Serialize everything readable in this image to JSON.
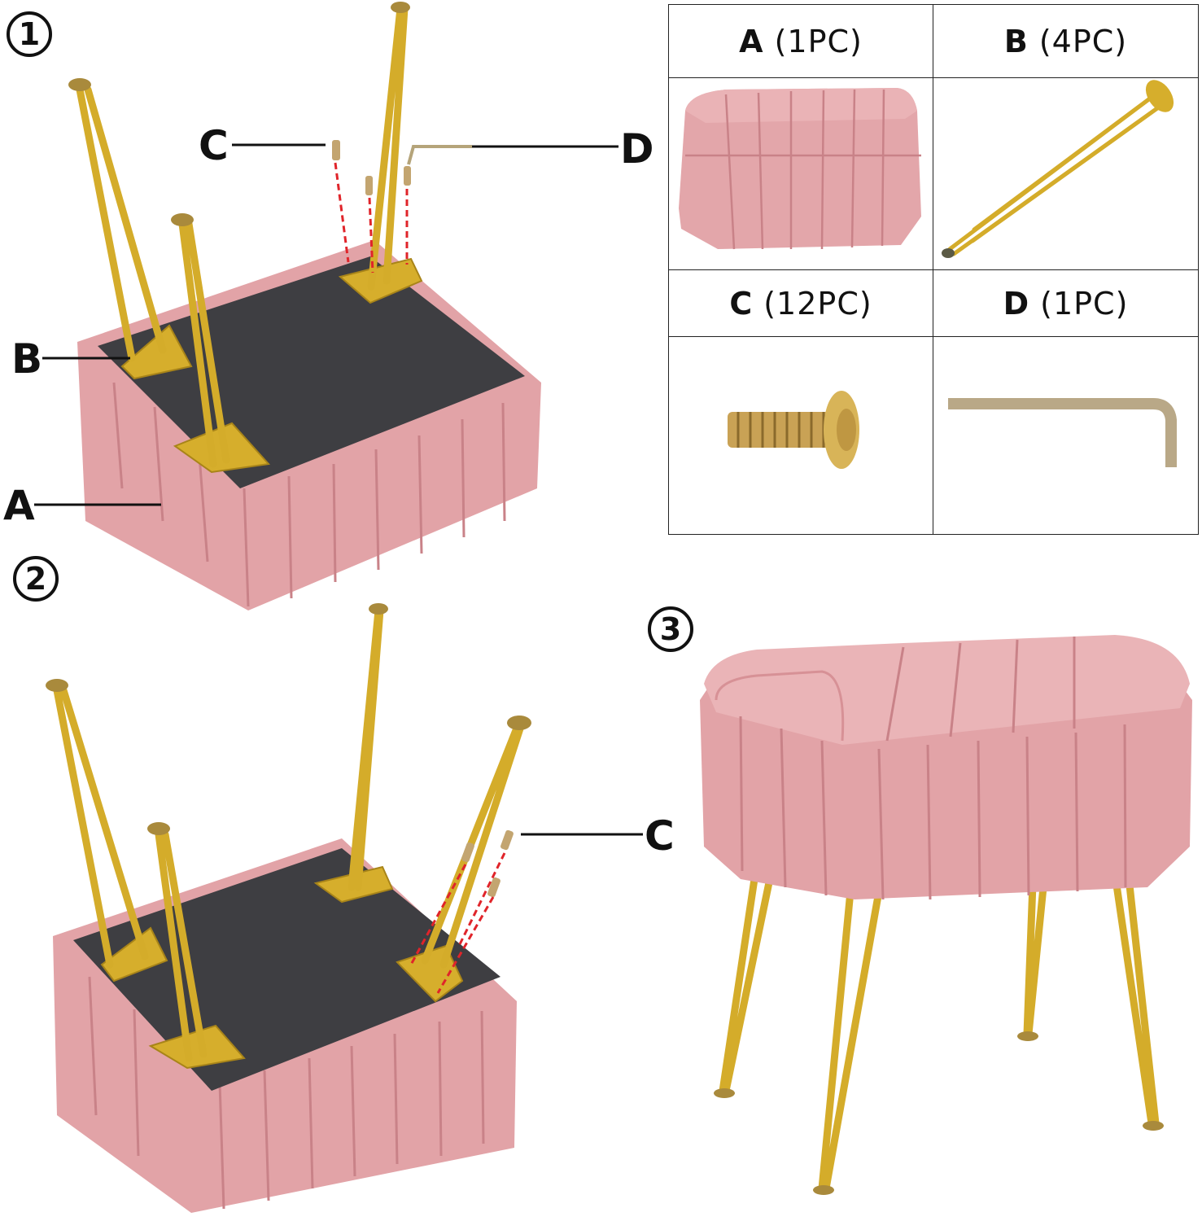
{
  "steps": [
    "1",
    "2",
    "3"
  ],
  "callouts": {
    "step1": {
      "c": "C",
      "d": "D",
      "b": "B",
      "a": "A"
    },
    "step2": {
      "c": "C"
    }
  },
  "parts": [
    {
      "letter": "A",
      "qty": "(1PC)",
      "item": "ottoman-seat"
    },
    {
      "letter": "B",
      "qty": "(4PC)",
      "item": "hairpin-leg"
    },
    {
      "letter": "C",
      "qty": "(12PC)",
      "item": "screw"
    },
    {
      "letter": "D",
      "qty": "(1PC)",
      "item": "allen-key"
    }
  ],
  "colors": {
    "velvet": "#e1a0a4",
    "velvet_shade": "#c98088",
    "base": "#3f3f42",
    "gold": "#d6ae2c",
    "dash": "#e0242a"
  }
}
